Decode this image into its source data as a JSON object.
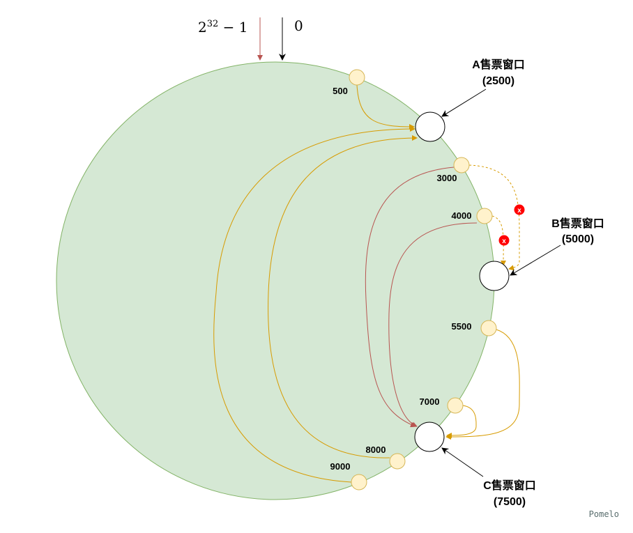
{
  "labels": {
    "max_hash": "2",
    "max_hash_exp": "32",
    "max_hash_tail": " − 1",
    "zero": "0",
    "watermark": "Pomelo"
  },
  "nodes": [
    {
      "name": "A售票窗口",
      "value": "(2500)"
    },
    {
      "name": "B售票窗口",
      "value": "(5000)"
    },
    {
      "name": "C售票窗口",
      "value": "(7500)"
    }
  ],
  "keys": [
    "500",
    "3000",
    "4000",
    "5500",
    "7000",
    "8000",
    "9000"
  ],
  "fail_mark": "x",
  "colors": {
    "ring_fill": "#d5e8d4",
    "ring_stroke": "#82b366",
    "key_fill": "#fff2cc",
    "key_stroke": "#d6b656",
    "route": "#d79b00",
    "moved_route": "#b85450",
    "fail": "#ff0000"
  }
}
